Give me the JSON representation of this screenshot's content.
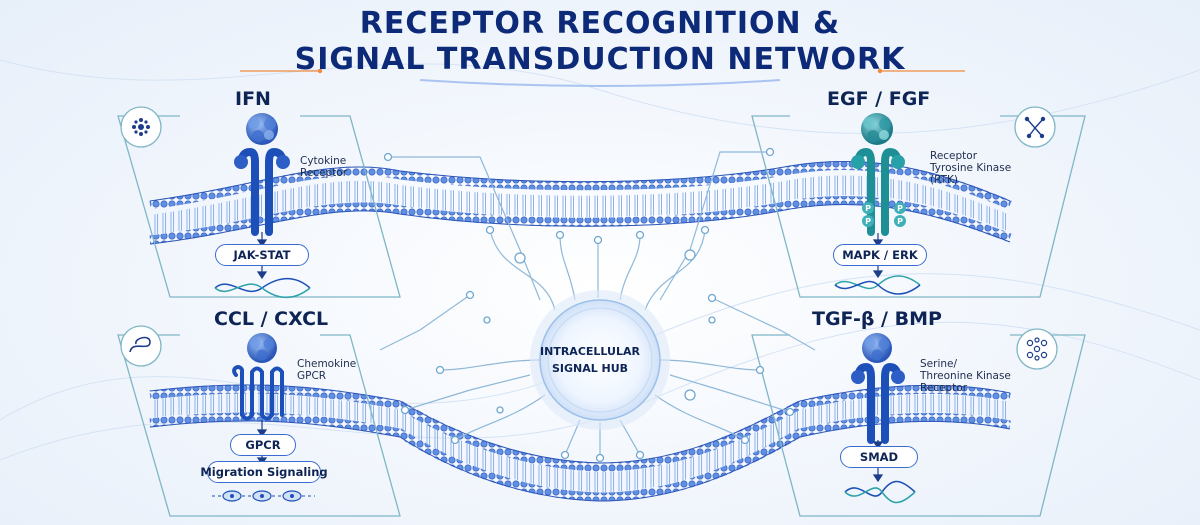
{
  "title": {
    "line1": "RECEPTOR RECOGNITION &",
    "line2": "SIGNAL TRANSDUCTION NETWORK"
  },
  "hub": {
    "line1": "INTRACELLULAR",
    "line2": "SIGNAL HUB"
  },
  "panels": [
    {
      "id": "ifn",
      "title": "IFN",
      "receptor_label": [
        "Cytokine",
        "Receptor"
      ],
      "pathways": [
        "JAK-STAT"
      ],
      "icon": "cell-dots-icon"
    },
    {
      "id": "egf",
      "title": "EGF / FGF",
      "receptor_label": [
        "Receptor",
        "Tyrosine Kinase",
        "(RTK)"
      ],
      "pathways": [
        "MAPK / ERK"
      ],
      "phospho_mark": "P",
      "icon": "molecule-network-icon"
    },
    {
      "id": "ccl",
      "title": "CCL / CXCL",
      "receptor_label": [
        "Chemokine",
        "GPCR"
      ],
      "pathways": [
        "GPCR",
        "Migration Signaling"
      ],
      "icon": "squiggle-icon"
    },
    {
      "id": "tgf",
      "title": "TGF-β / BMP",
      "receptor_label": [
        "Serine/",
        "Threonine Kinase",
        "Receptor"
      ],
      "pathways": [
        "SMAD"
      ],
      "icon": "flower-dots-icon"
    }
  ],
  "colors": {
    "title": "#0d2a78",
    "membrane": "#3d6fd6",
    "receptor_blue": "#1d4fb8",
    "receptor_teal": "#1f8f96",
    "accent": "#f08a3c",
    "line": "#7fb6c6"
  }
}
